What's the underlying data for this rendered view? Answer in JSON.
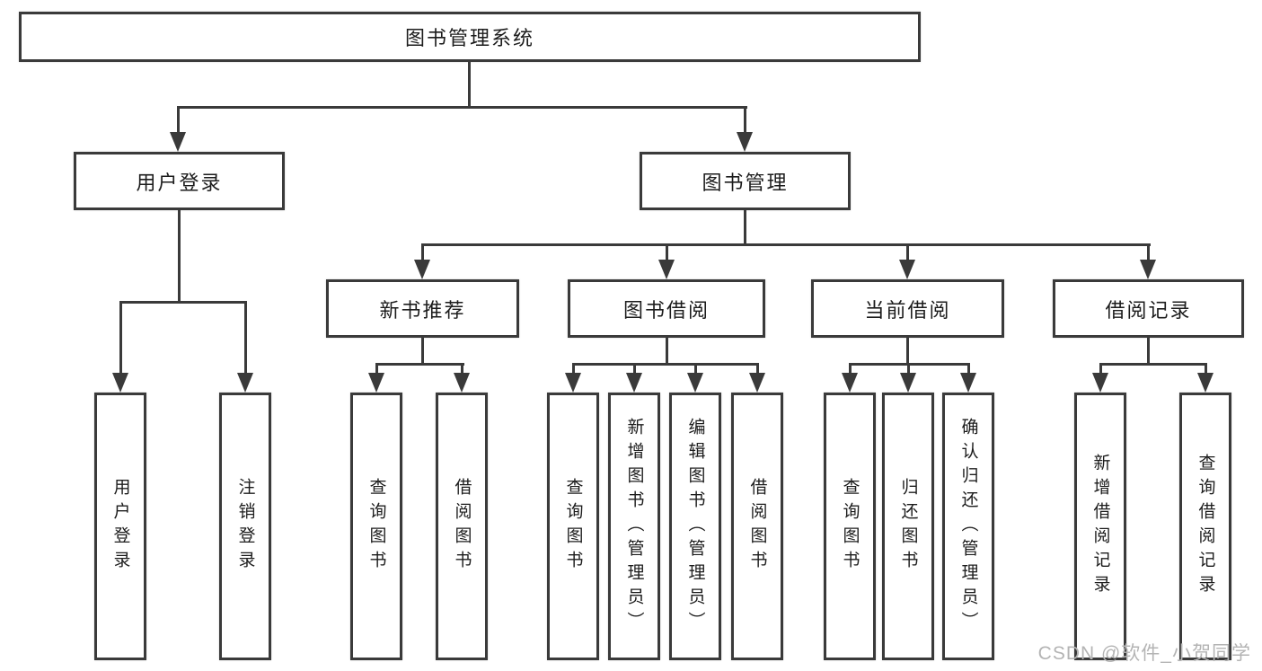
{
  "diagram": {
    "root": {
      "label": "图书管理系统"
    },
    "user_login": {
      "label": "用户登录",
      "children": [
        "用户登录",
        "注销登录"
      ]
    },
    "book_mgmt": {
      "label": "图书管理"
    },
    "new_book": {
      "label": "新书推荐",
      "children": [
        "查询图书",
        "借阅图书"
      ]
    },
    "book_borrow": {
      "label": "图书借阅",
      "children": [
        "查询图书",
        "新增图书（管理员）",
        "编辑图书（管理员）",
        "借阅图书"
      ]
    },
    "current_borrow": {
      "label": "当前借阅",
      "children": [
        "查询图书",
        "归还图书",
        "确认归还（管理员）"
      ]
    },
    "borrow_record": {
      "label": "借阅记录",
      "children": [
        "新增借阅记录",
        "查询借阅记录"
      ]
    }
  },
  "colors": {
    "line": "#3a3a3a",
    "text": "#1c1c1c",
    "watermark_gray": "#b4b4b4",
    "background": "#ffffff"
  },
  "watermark": "CSDN @软件_小贺同学"
}
